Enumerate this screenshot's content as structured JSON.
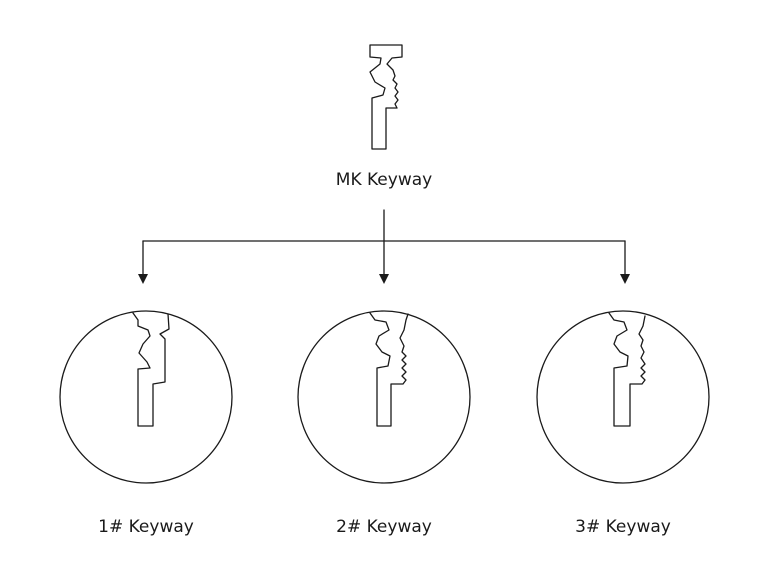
{
  "master": {
    "label": "MK Keyway"
  },
  "children": [
    {
      "label": "1# Keyway"
    },
    {
      "label": "2# Keyway"
    },
    {
      "label": "3# Keyway"
    }
  ]
}
